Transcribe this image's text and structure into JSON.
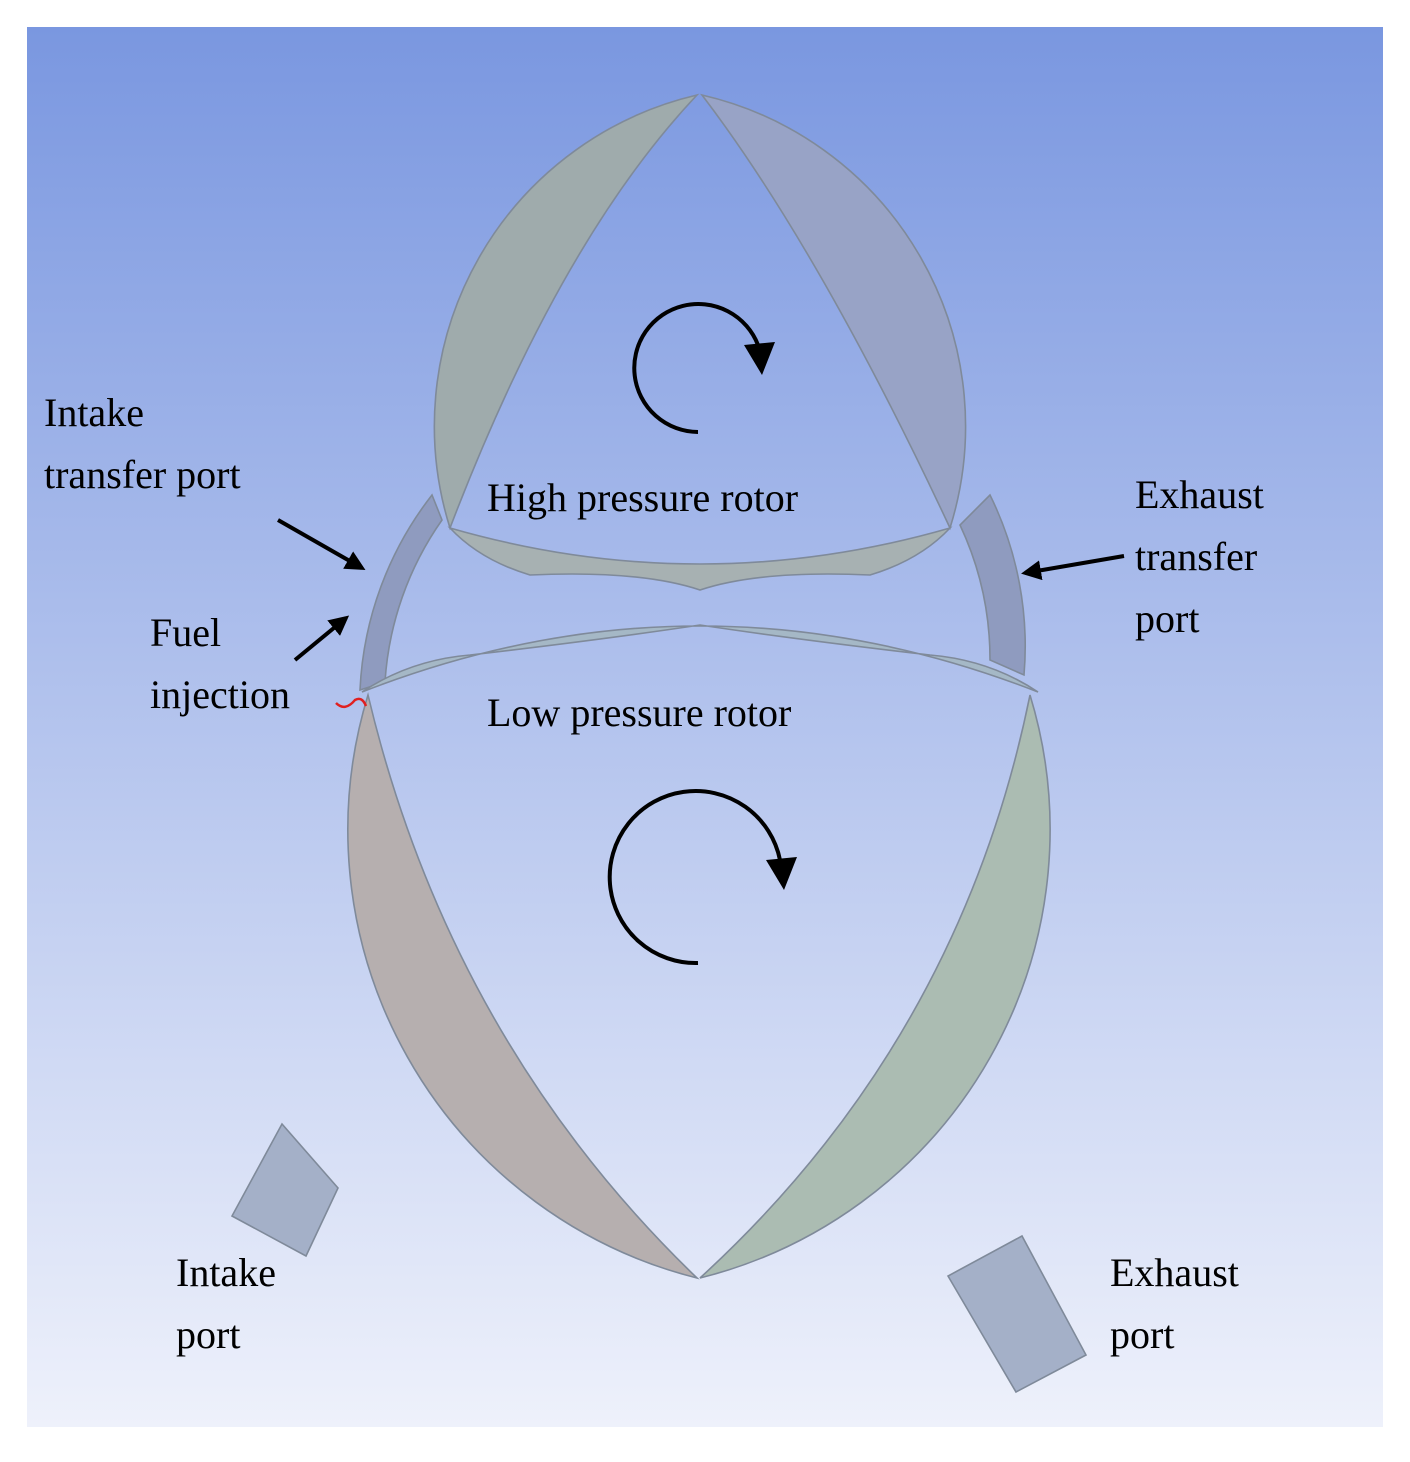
{
  "labels": {
    "intake_transfer_port": [
      "Intake",
      "transfer port"
    ],
    "exhaust_transfer_port": [
      "Exhaust",
      "transfer",
      "port"
    ],
    "fuel_injection": [
      "Fuel",
      "injection"
    ],
    "high_pressure_rotor": "High pressure rotor",
    "low_pressure_rotor": "Low pressure rotor",
    "intake_port": [
      "Intake",
      "port"
    ],
    "exhaust_port": [
      "Exhaust",
      "port"
    ]
  },
  "colors": {
    "background_top": "#7a97e0",
    "background_bottom": "#eef1fb",
    "hp_left_chamber": "#9fabac",
    "hp_right_chamber": "#98a3c6",
    "hp_bottom_chamber": "#a7b1b2",
    "lp_top_chamber": "#a5b8c6",
    "lp_left_chamber": "#b6afaf",
    "lp_right_chamber": "#abbcb2",
    "transfer_port": "#8f9bbf",
    "duct": "#a4b0c8",
    "arrow": "#000000",
    "fuel_marker": "#e02020"
  }
}
